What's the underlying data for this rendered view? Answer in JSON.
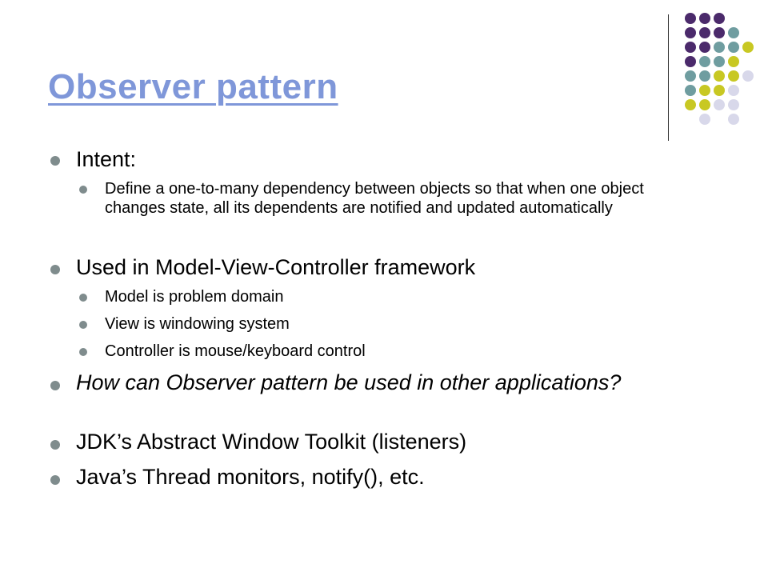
{
  "slide": {
    "title": "Observer pattern",
    "bullets": [
      {
        "text": "Intent:",
        "level": 1
      },
      {
        "text": "Define a one-to-many dependency between objects so that when one object changes state, all its dependents are notified and updated automatically",
        "level": 2
      },
      {
        "text": "Used in Model-View-Controller framework",
        "level": 1
      },
      {
        "text": "Model is problem domain",
        "level": 2
      },
      {
        "text": "View is windowing system",
        "level": 2
      },
      {
        "text": "Controller is mouse/keyboard control",
        "level": 2
      },
      {
        "text": "How can Observer pattern be used in other applications?",
        "level": 1,
        "italic": true
      },
      {
        "text": "JDK’s Abstract Window Toolkit (listeners)",
        "level": 1
      },
      {
        "text": "Java’s Thread monitors, notify(), etc.",
        "level": 1
      }
    ]
  },
  "theme": {
    "title_color": "#7f97d9",
    "bullet_color": "#7f8c8d",
    "dot_colors": [
      "#4b2a6b",
      "#6f9da0",
      "#c8c823",
      "#d8d8ea"
    ]
  }
}
